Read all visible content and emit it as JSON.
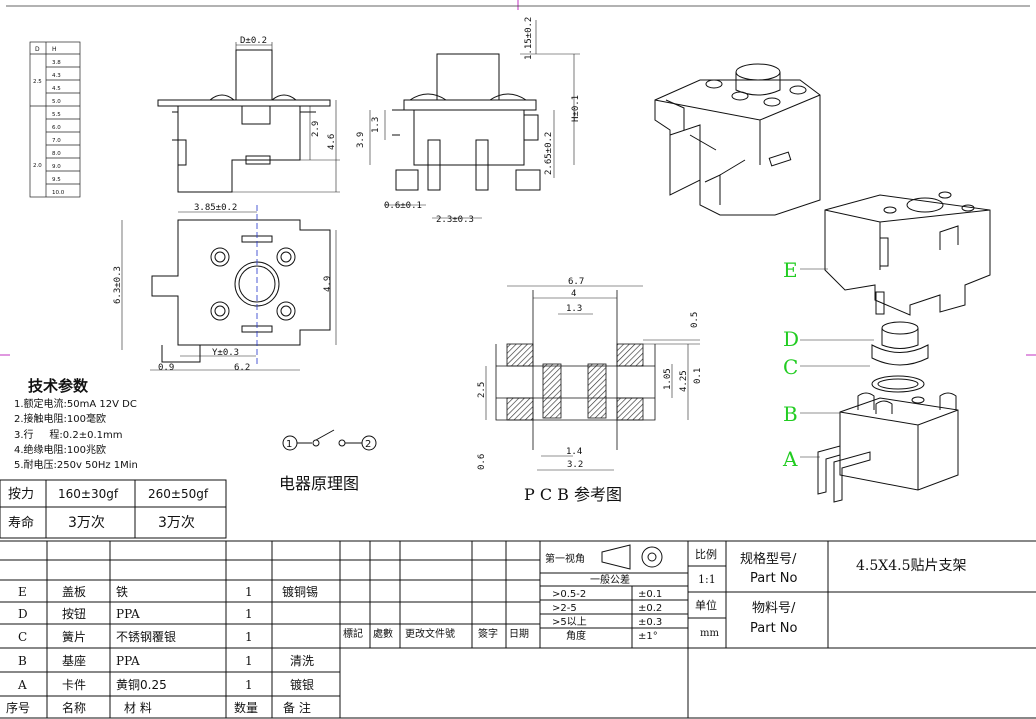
{
  "dh_table": {
    "headers": [
      "D",
      "H"
    ],
    "groups": [
      {
        "d": "2.5",
        "h": [
          "3.8",
          "4.3",
          "4.5",
          "5.0"
        ]
      },
      {
        "d": "2.0",
        "h": [
          "5.5",
          "6.0",
          "7.0",
          "8.0",
          "9.0",
          "9.5",
          "10.0"
        ]
      }
    ]
  },
  "dimensions": {
    "top_d": "D±0.2",
    "front_h": "2.9",
    "front_total": "4.6",
    "side_top": "1.15±0.2",
    "side_h": "H±0.1",
    "side_b": "2.65±0.2",
    "side_39": "3.9",
    "side_13": "1.3",
    "side_06": "0.6±0.1",
    "side_23": "2.3±0.3",
    "plan_385": "3.85±0.2",
    "plan_63": "6.3±0.3",
    "plan_49": "4.9",
    "plan_y": "Y±0.3",
    "plan_09": "0.9",
    "plan_62": "6.2",
    "pcb_67": "6.7",
    "pcb_4": "4",
    "pcb_13": "1.3",
    "pcb_05": "0.5",
    "pcb_25": "2.5",
    "pcb_105": "1.05",
    "pcb_425": "4.25",
    "pcb_01": "0.1",
    "pcb_14": "1.4",
    "pcb_32": "3.2",
    "pcb_06": "0.6"
  },
  "exploded_labels": [
    "E",
    "D",
    "C",
    "B",
    "A"
  ],
  "specs": {
    "title": "技术参数",
    "items": [
      "1.额定电流:50mA 12V DC",
      "2.接触电阻:100毫欧",
      "3.行     程:0.2±0.1mm",
      "4.绝缘电阻:100兆欧",
      "5.耐电压:250v 50Hz 1Min"
    ]
  },
  "circuit": {
    "title": "电器原理图",
    "pin1": "1",
    "pin2": "2"
  },
  "pcb": {
    "title": "P C B 参考图"
  },
  "force_table": {
    "row1": [
      "按力",
      "160±30gf",
      "260±50gf"
    ],
    "row2": [
      "寿命",
      "3万次",
      "3万次"
    ]
  },
  "bom": {
    "rows": [
      [
        "E",
        "盖板",
        "铁",
        "1",
        "镀铜锡"
      ],
      [
        "D",
        "按钮",
        "PPA",
        "1",
        ""
      ],
      [
        "C",
        "簧片",
        "不锈钢覆银",
        "1",
        ""
      ],
      [
        "B",
        "基座",
        "PPA",
        "1",
        "清洗"
      ],
      [
        "A",
        "卡件",
        "黄铜0.25",
        "1",
        "镀银"
      ]
    ],
    "header": [
      "序号",
      "名称",
      "材 料",
      "数量",
      "备 注"
    ]
  },
  "revision": {
    "headers": [
      "標記",
      "處數",
      "更改文件號",
      "簽字",
      "日期"
    ]
  },
  "tolerance": {
    "view": "第一视角",
    "title": "一般公差",
    "rows": [
      [
        ">0.5-2",
        "±0.1"
      ],
      [
        ">2-5",
        "±0.2"
      ],
      [
        ">5以上",
        "±0.3"
      ],
      [
        "角度",
        "±1°"
      ]
    ]
  },
  "title_block": {
    "scale_label": "比例",
    "scale": "1:1",
    "unit_label": "单位",
    "unit": "mm",
    "spec_label": "规格型号/\nPart No",
    "spec_value": "4.5X4.5贴片支架",
    "material_label": "物料号/\nPart No",
    "material_value": ""
  }
}
